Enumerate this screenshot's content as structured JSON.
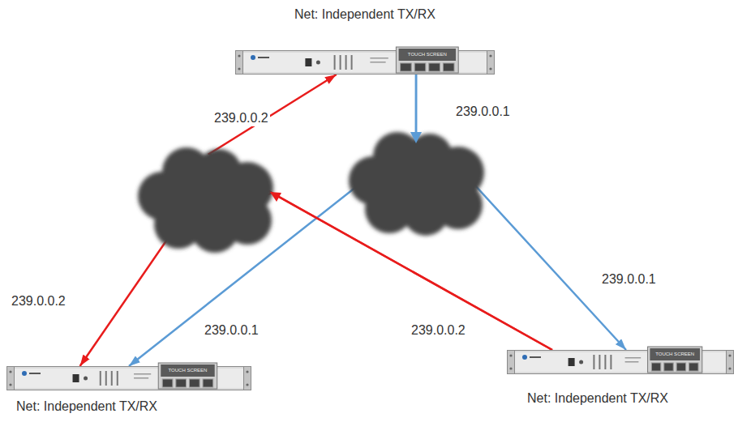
{
  "diagram": {
    "nodes": [
      {
        "text": [
          "Net: Independent TX/RX",
          "TOUCH SCREEN"
        ]
      },
      {
        "text": [
          "Net: Independent TX/RX",
          "TOUCH SCREEN"
        ]
      },
      {
        "text": [
          "Net: Independent TX/RX",
          "TOUCH SCREEN"
        ]
      }
    ],
    "edges": [
      {
        "from": 0,
        "to": 1,
        "arrow": "to"
      },
      {
        "from": 0,
        "to": 2,
        "arrow": "to"
      },
      {
        "from": 2,
        "to": 0,
        "arrow": "to"
      },
      {
        "from": 2,
        "to": 1,
        "arrow": "to"
      }
    ],
    "labels": [
      "239.0.0.2",
      "239.0.0.1",
      "239.0.0.1",
      "239.0.0.2",
      "239.0.0.1",
      "239.0.0.2"
    ]
  }
}
